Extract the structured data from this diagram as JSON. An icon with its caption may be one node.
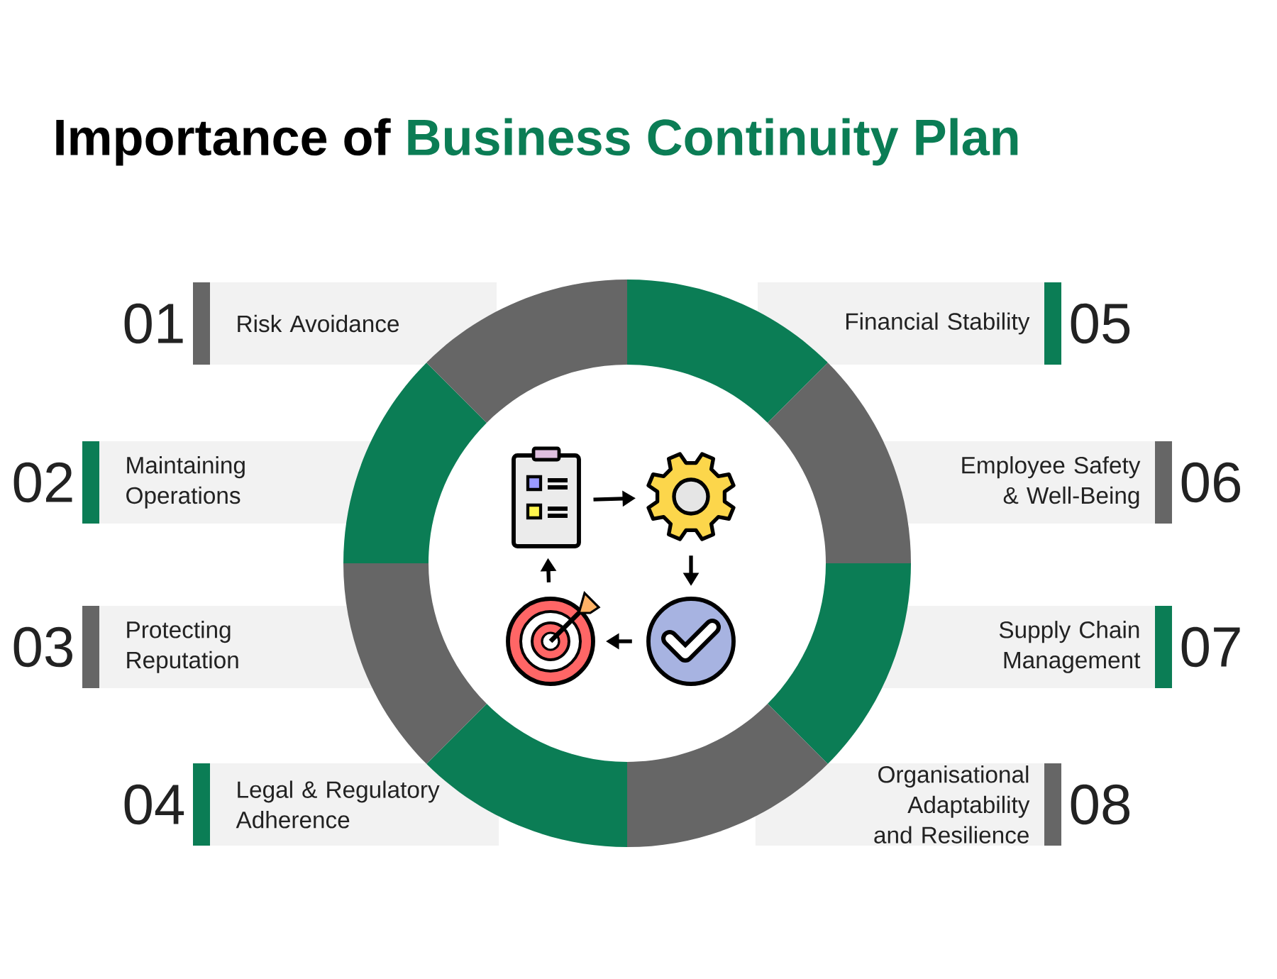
{
  "diagram": {
    "title": "Importance of **Business Continuity Plan**",
    "nodes": [
      {
        "text": [
          "Risk Avoidance"
        ],
        "beside": [
          "01"
        ]
      },
      {
        "text": [
          "Maintaining Operations"
        ],
        "beside": [
          "02"
        ]
      },
      {
        "text": [
          "Protecting Reputation"
        ],
        "beside": [
          "03"
        ]
      },
      {
        "text": [
          "Legal & Regulatory Adherence"
        ],
        "beside": [
          "04"
        ]
      },
      {
        "text": [
          "Financial Stability"
        ],
        "beside": [
          "05"
        ]
      },
      {
        "text": [
          "Employee Safety & Well-Being"
        ],
        "beside": [
          "06"
        ]
      },
      {
        "text": [
          "Supply Chain Management"
        ],
        "beside": [
          "07"
        ]
      },
      {
        "text": [
          "Organisational Adaptability and Resilience"
        ],
        "beside": [
          "08"
        ]
      },
      {
        "text": [],
        "shape": "picture"
      },
      {
        "text": [],
        "shape": "picture"
      },
      {
        "text": [],
        "shape": "picture"
      },
      {
        "text": [],
        "shape": "picture"
      }
    ],
    "edges": [
      {
        "from": 8,
        "to": 9,
        "arrow": "to"
      },
      {
        "from": 9,
        "to": 10,
        "arrow": "to"
      },
      {
        "from": 10,
        "to": 11,
        "arrow": "to"
      },
      {
        "from": 11,
        "to": 8,
        "arrow": "to"
      }
    ]
  }
}
